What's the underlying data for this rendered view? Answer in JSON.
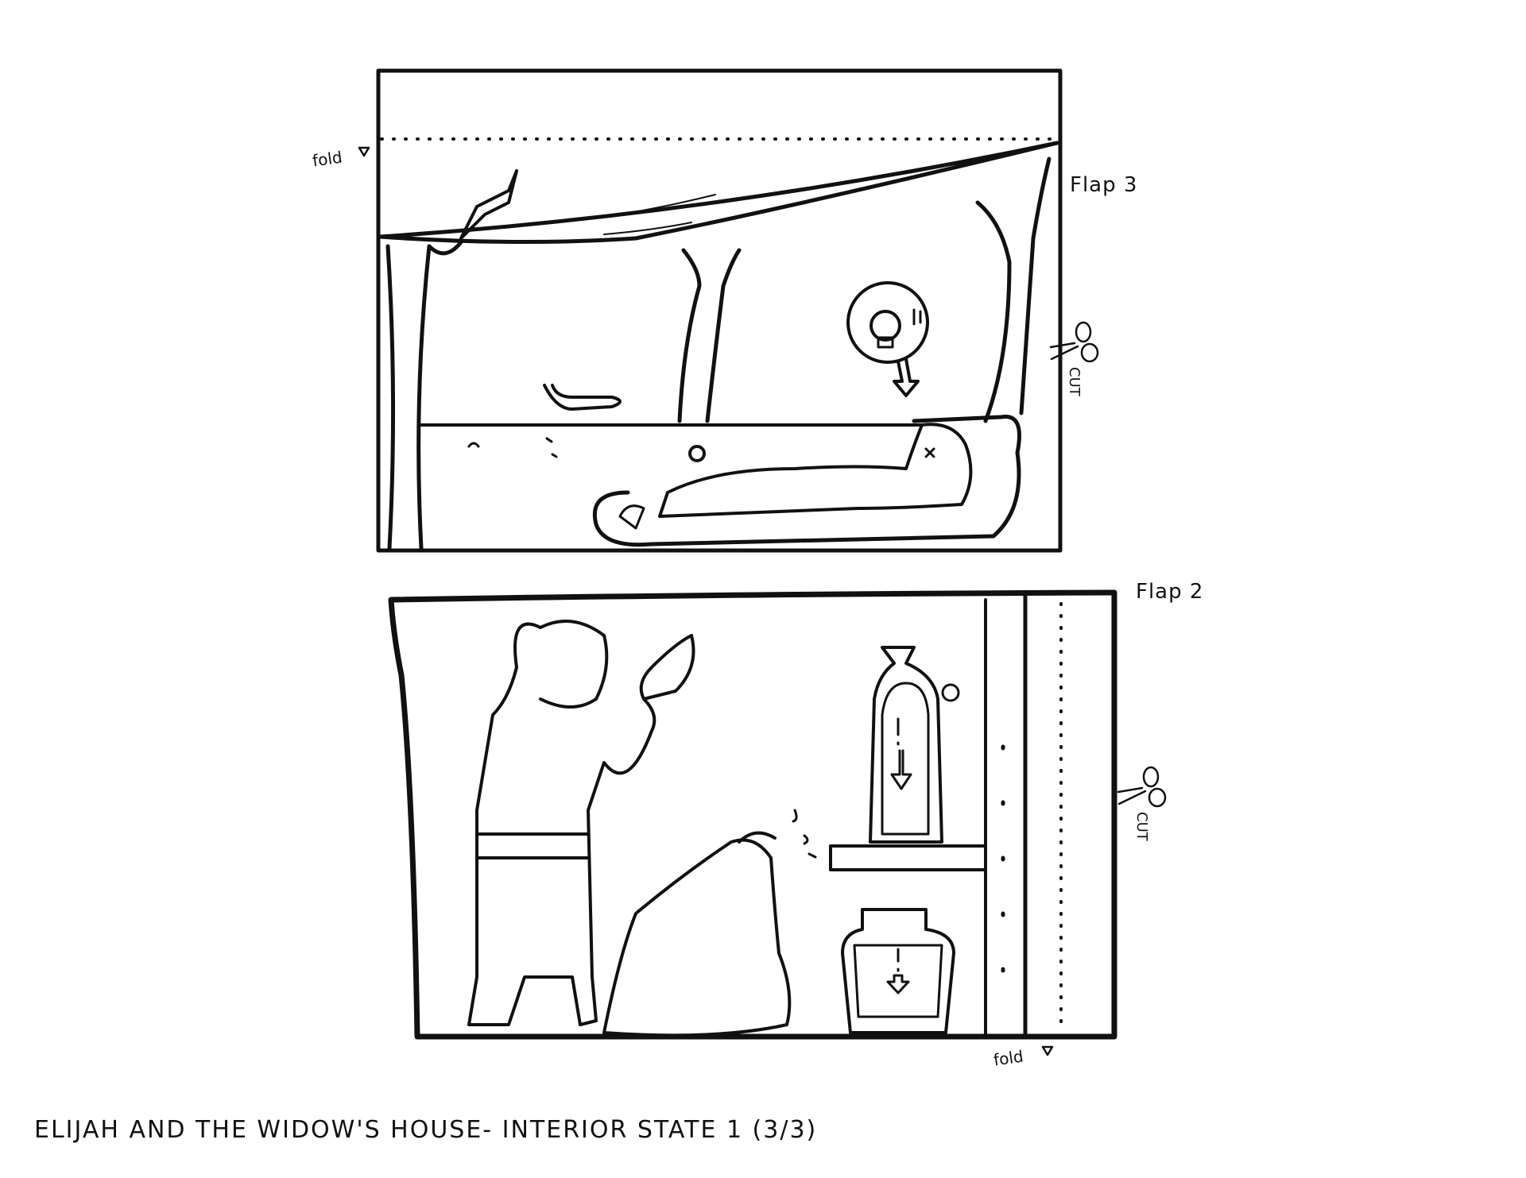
{
  "title": "ELIJAH AND THE WIDOW'S HOUSE- INTERIOR STATE 1 (3/3)",
  "flap_top": {
    "label": "Flap 3",
    "fold_label": "fold",
    "cut_label": "CUT"
  },
  "flap_bottom": {
    "label": "Flap 2",
    "fold_label": "fold",
    "cut_label": "CUT"
  }
}
